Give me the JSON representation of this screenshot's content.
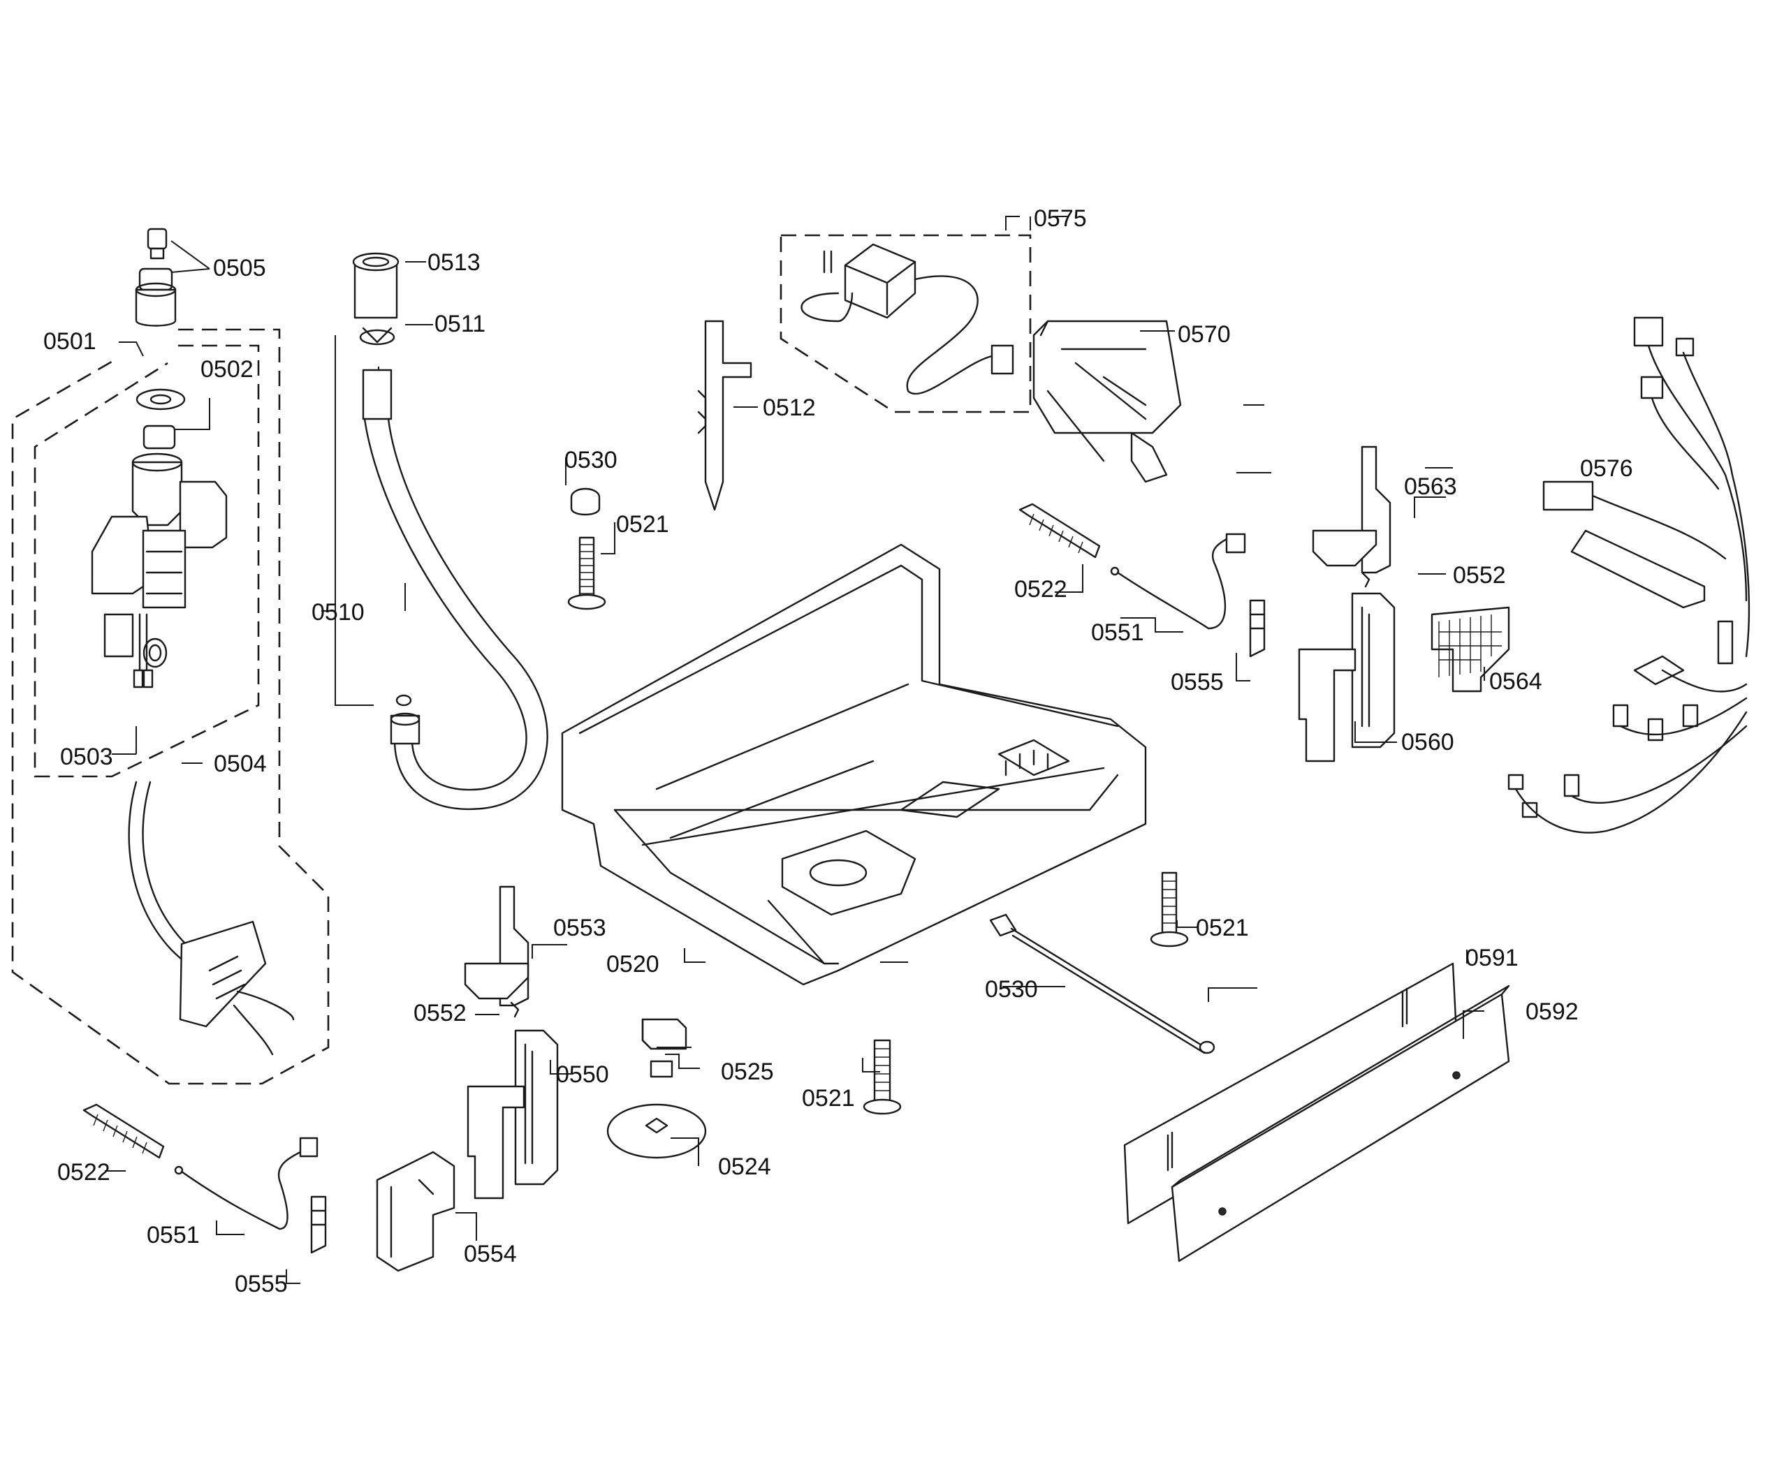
{
  "parts": {
    "p0501": "0501",
    "p0502": "0502",
    "p0503": "0503",
    "p0504": "0504",
    "p0505": "0505",
    "p0510": "0510",
    "p0511": "0511",
    "p0512": "0512",
    "p0513": "0513",
    "p0520": "0520",
    "p0521a": "0521",
    "p0521b": "0521",
    "p0521c": "0521",
    "p0522a": "0522",
    "p0522b": "0522",
    "p0524": "0524",
    "p0525": "0525",
    "p0530a": "0530",
    "p0530b": "0530",
    "p0550": "0550",
    "p0551a": "0551",
    "p0551b": "0551",
    "p0552a": "0552",
    "p0552b": "0552",
    "p0553": "0553",
    "p0554": "0554",
    "p0555a": "0555",
    "p0555b": "0555",
    "p0560": "0560",
    "p0563": "0563",
    "p0564": "0564",
    "p0570": "0570",
    "p0575": "0575",
    "p0576": "0576",
    "p0591": "0591",
    "p0592": "0592"
  }
}
